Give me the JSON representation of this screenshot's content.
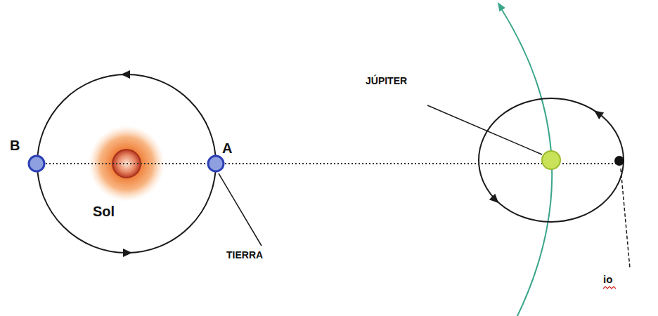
{
  "diagram": {
    "labels": [
      "JÚPITER",
      "B",
      "A",
      "Sol",
      "TIERRA",
      "io"
    ]
  }
}
